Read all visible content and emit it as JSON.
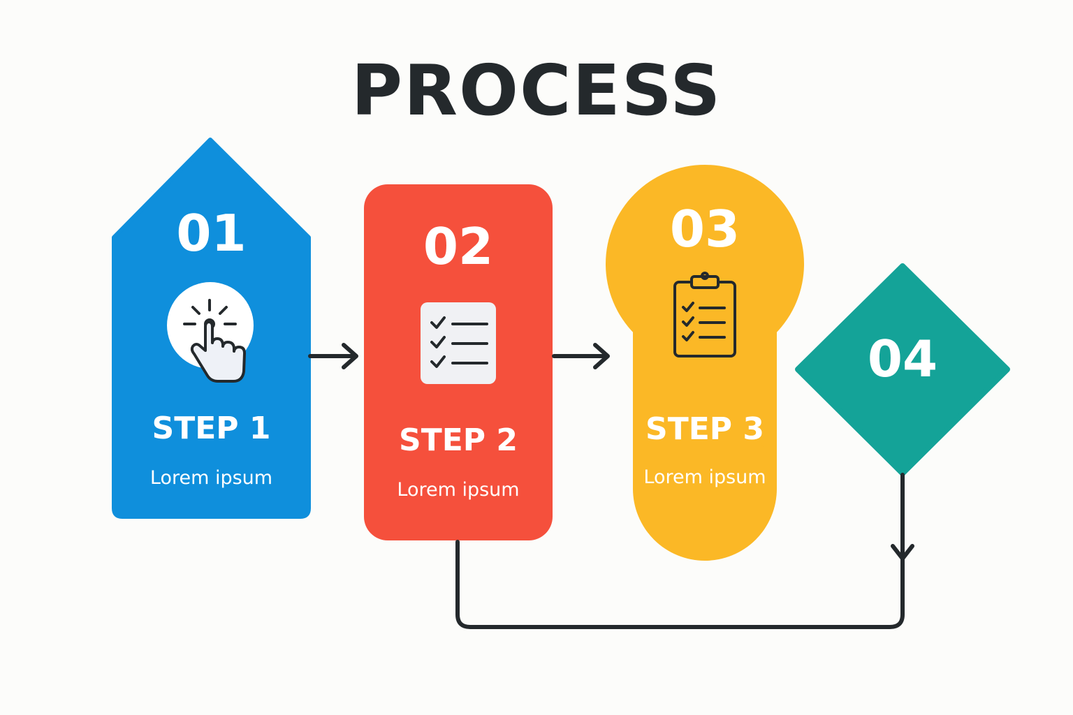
{
  "title": "PROCESS",
  "steps": [
    {
      "number": "01",
      "label": "STEP 1",
      "description": "Lorem ipsum",
      "color": "#0f8fdc",
      "icon": "hand-click-icon"
    },
    {
      "number": "02",
      "label": "STEP 2",
      "description": "Lorem ipsum",
      "color": "#f5503c",
      "icon": "checklist-icon"
    },
    {
      "number": "03",
      "label": "STEP 3",
      "description": "Lorem ipsum",
      "color": "#fbb826",
      "icon": "clipboard-checklist-icon"
    },
    {
      "number": "04",
      "color": "#14a398"
    }
  ],
  "connector_color": "#24292c"
}
